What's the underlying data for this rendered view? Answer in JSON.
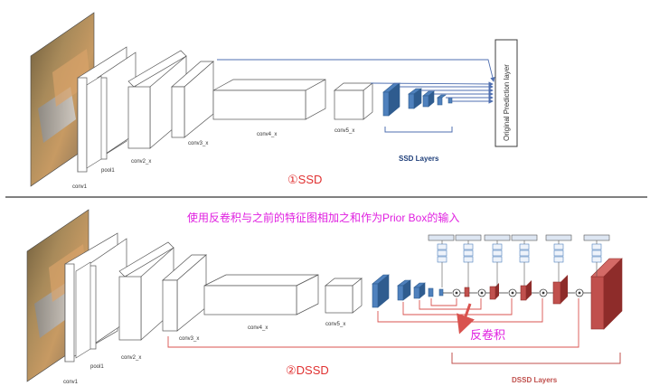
{
  "colors": {
    "background": "#ffffff",
    "block_fill": "#ffffff",
    "block_side": "#d9d9d9",
    "block_stroke": "#555555",
    "ssd_blue": "#4f81bd",
    "ssd_blue_dark": "#2f5c8f",
    "arrow_blue": "#4f6fb0",
    "dssd_red": "#c0504d",
    "dssd_red_dark": "#8e2c2a",
    "line_red": "#d9534f",
    "chinese_magenta": "#e020e0",
    "title_red": "#e03030",
    "separator": "#000000",
    "box_dark": "#3c3c3c"
  },
  "top": {
    "labels": {
      "conv1": "conv1",
      "pool1": "pool1",
      "conv2": "conv2_x",
      "conv3": "conv3_x",
      "conv4": "conv4_x",
      "conv5": "conv5_x"
    },
    "ssd_layers_label": "SSD Layers",
    "prediction_label": "Original Prediction layer",
    "title": "①SSD"
  },
  "bottom": {
    "caption": "使用反卷积与之前的特征图相加之和作为Prior Box的输入",
    "labels": {
      "conv1": "conv1",
      "pool1": "pool1",
      "conv2": "conv2_x",
      "conv3": "conv3_x",
      "conv4": "conv4_x",
      "conv5": "conv5_x"
    },
    "deconv_label": "反卷积",
    "dssd_layers_label": "DSSD Layers",
    "title": "②DSSD"
  }
}
